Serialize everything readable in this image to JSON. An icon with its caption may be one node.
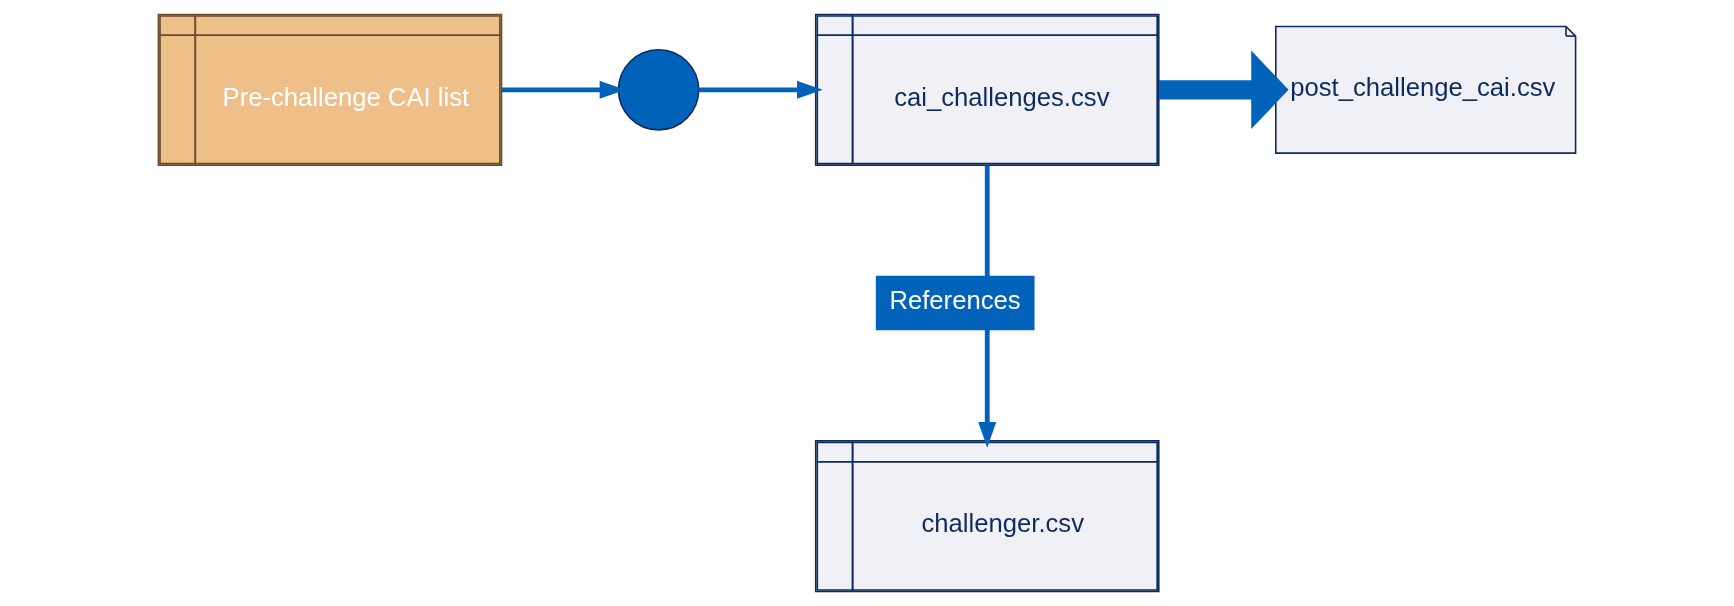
{
  "diagram": {
    "nodes": [
      {
        "text": [
          "Pre-challenge CAI list"
        ]
      },
      {
        "text": [],
        "shape": "circle"
      },
      {
        "text": [
          "cai_challenges.csv"
        ]
      },
      {
        "text": [
          "post_challenge_cai.csv"
        ]
      },
      {
        "text": [
          "challenger.csv"
        ]
      }
    ],
    "edges": [
      {
        "from": 0,
        "to": 1,
        "arrow": "to"
      },
      {
        "from": 1,
        "to": 2,
        "arrow": "to"
      },
      {
        "from": 2,
        "to": 3,
        "arrow": "to",
        "style": "thick"
      },
      {
        "from": 2,
        "to": 4,
        "arrow": "to",
        "label": "References"
      }
    ]
  }
}
